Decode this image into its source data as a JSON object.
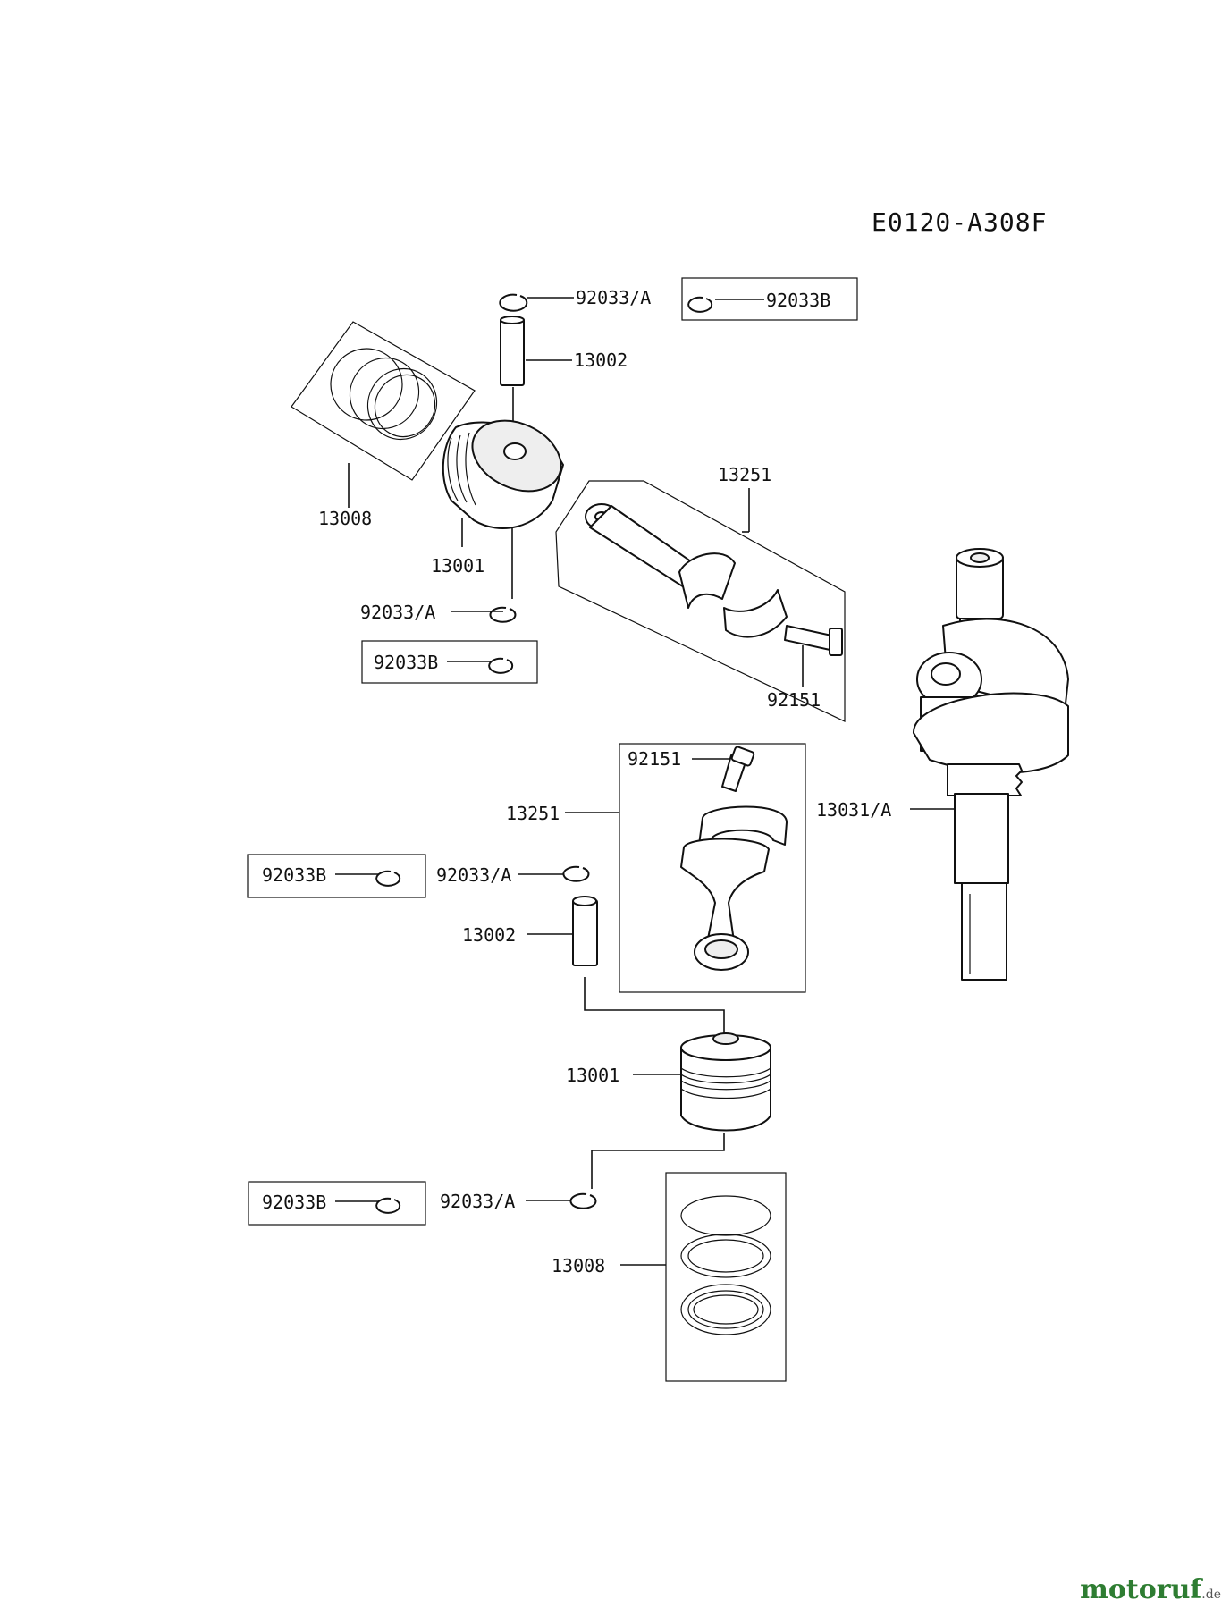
{
  "diagram_code": "E0120-A308F",
  "labels": {
    "top_clip": "92033/A",
    "top_clip_b": "92033B",
    "top_pin": "13002",
    "top_rings": "13008",
    "top_piston": "13001",
    "top_rod": "13251",
    "top_clip2": "92033/A",
    "top_clip2_b": "92033B",
    "top_bolt": "92151",
    "crank": "13031/A",
    "mid_bolt": "92151",
    "mid_rod": "13251",
    "mid_clip_b": "92033B",
    "mid_clip": "92033/A",
    "mid_pin": "13002",
    "mid_piston": "13001",
    "bot_clip_b": "92033B",
    "bot_clip": "92033/A",
    "bot_rings": "13008"
  },
  "watermark": {
    "brand": "motoruf",
    "tld": ".de"
  }
}
